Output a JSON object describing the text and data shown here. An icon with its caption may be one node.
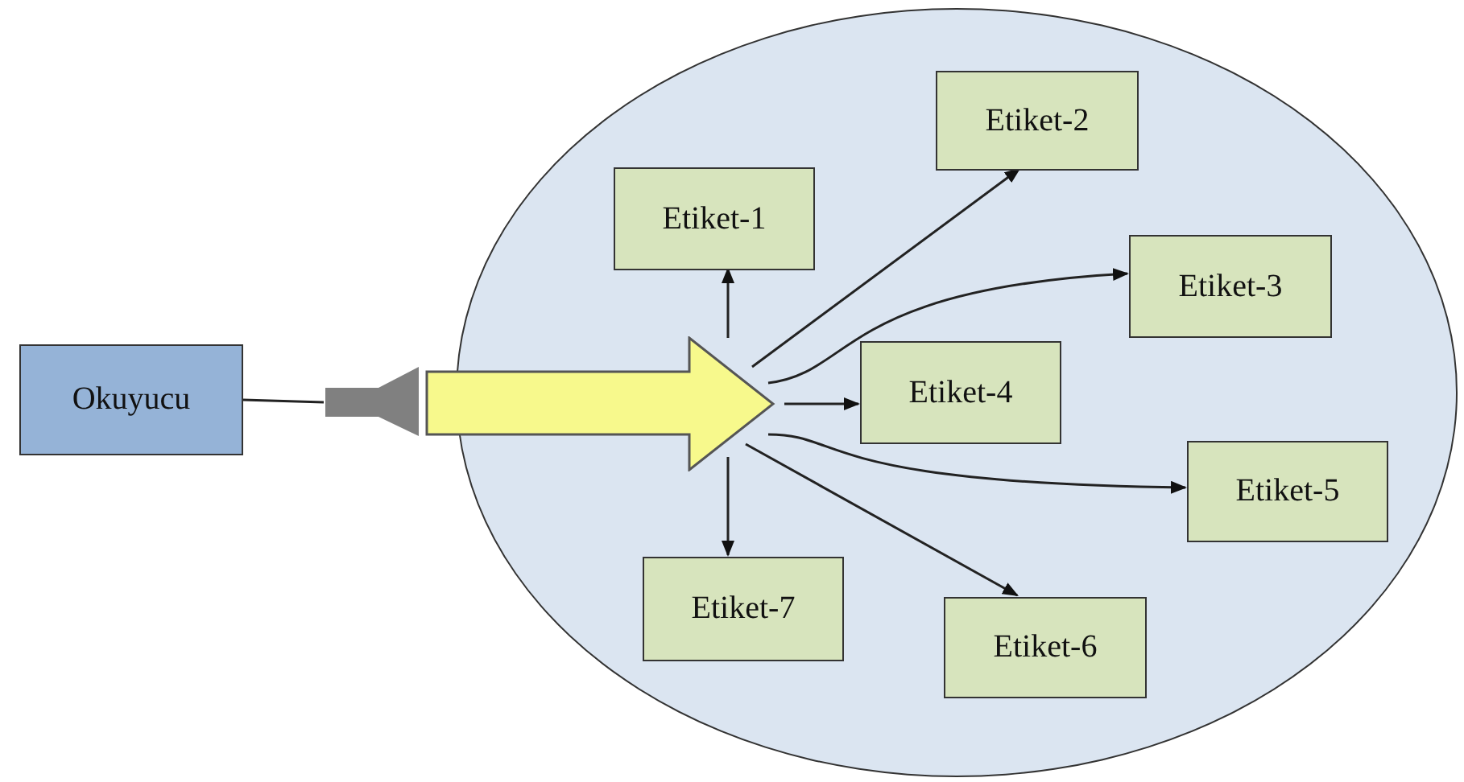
{
  "diagram": {
    "nodes": [
      {
        "text": [
          "Okuyucu"
        ]
      },
      {
        "text": [],
        "shape": "horn"
      },
      {
        "text": [],
        "shape": "arrow"
      },
      {
        "text": [],
        "shape": "ellipse"
      },
      {
        "text": [
          "Etiket-1"
        ],
        "in": 3
      },
      {
        "text": [
          "Etiket-2"
        ],
        "in": 3
      },
      {
        "text": [
          "Etiket-3"
        ],
        "in": 3
      },
      {
        "text": [
          "Etiket-4"
        ],
        "in": 3
      },
      {
        "text": [
          "Etiket-5"
        ],
        "in": 3
      },
      {
        "text": [
          "Etiket-6"
        ],
        "in": 3
      },
      {
        "text": [
          "Etiket-7"
        ],
        "in": 3
      }
    ],
    "edges": [
      {
        "from": 0,
        "to": 1,
        "arrow": "none"
      },
      {
        "from": 2,
        "to": 4,
        "arrow": "to"
      },
      {
        "from": 2,
        "to": 5,
        "arrow": "to"
      },
      {
        "from": 2,
        "to": 6,
        "arrow": "to"
      },
      {
        "from": 2,
        "to": 7,
        "arrow": "to"
      },
      {
        "from": 2,
        "to": 8,
        "arrow": "to"
      },
      {
        "from": 2,
        "to": 9,
        "arrow": "to"
      },
      {
        "from": 2,
        "to": 10,
        "arrow": "to"
      }
    ]
  }
}
